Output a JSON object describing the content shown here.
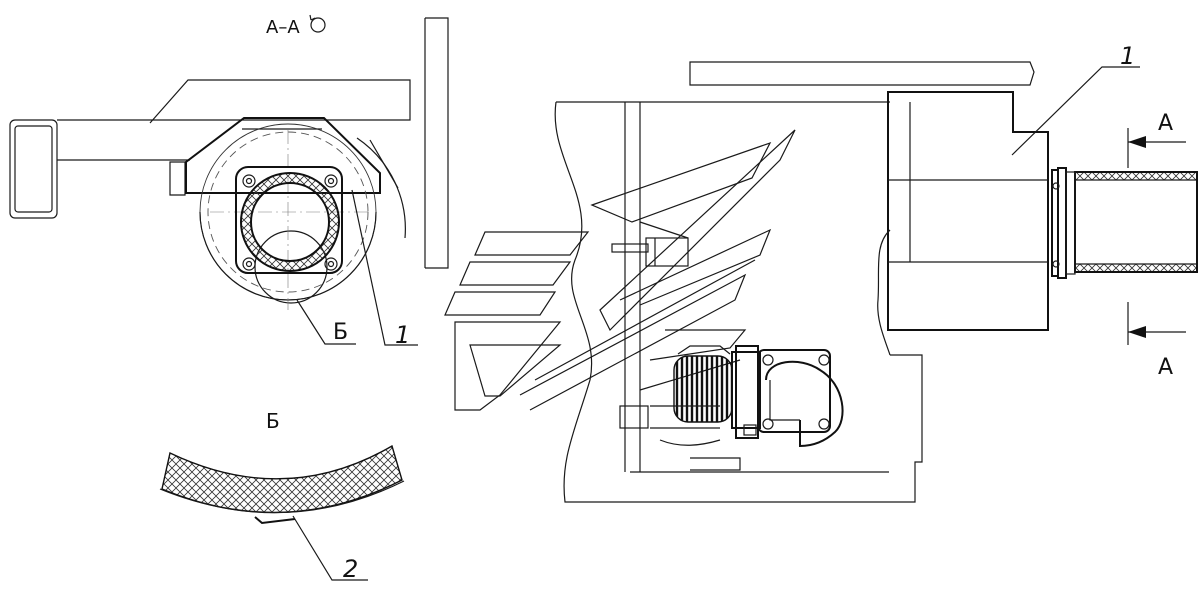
{
  "labels": {
    "section_title": "А–А",
    "detail_ref": "Б",
    "detail_title": "Б",
    "part_1_left": "1",
    "part_1_right": "1",
    "part_2": "2",
    "section_mark_top": "А",
    "section_mark_bottom": "А"
  },
  "colors": {
    "line": "#1a1a1a",
    "background": "#ffffff"
  }
}
